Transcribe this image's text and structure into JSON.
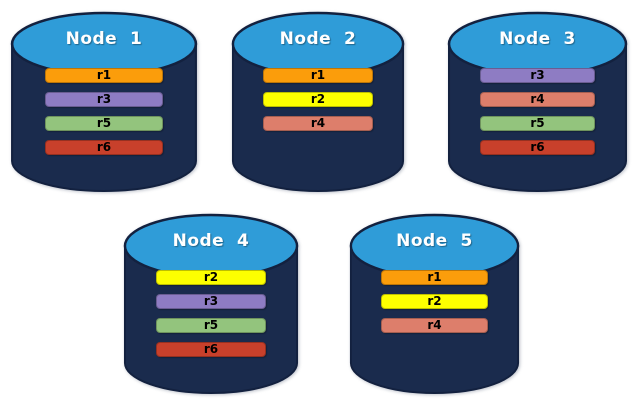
{
  "colors": {
    "background": "#FFFFFF",
    "cylinder_body": "#1A2B4D",
    "cylinder_top": "#2F9CD8",
    "cylinder_outline": "#13213F",
    "node_title_text": "#FFFFFF",
    "replica_label_text": "#000000",
    "replica_border": "rgba(0,0,0,0.25)"
  },
  "replica_palette": {
    "r1": "#FB9D0B",
    "r2": "#FDFF00",
    "r3": "#8E7CC3",
    "r4": "#DD7E6B",
    "r5": "#93C47D",
    "r6": "#C8402B"
  },
  "nodes": [
    {
      "title": "Node  1",
      "replicas": [
        "r1",
        "r3",
        "r5",
        "r6"
      ]
    },
    {
      "title": "Node  2",
      "replicas": [
        "r1",
        "r2",
        "r4"
      ]
    },
    {
      "title": "Node  3",
      "replicas": [
        "r3",
        "r4",
        "r5",
        "r6"
      ]
    },
    {
      "title": "Node  4",
      "replicas": [
        "r2",
        "r3",
        "r5",
        "r6"
      ]
    },
    {
      "title": "Node  5",
      "replicas": [
        "r1",
        "r2",
        "r4"
      ]
    }
  ]
}
